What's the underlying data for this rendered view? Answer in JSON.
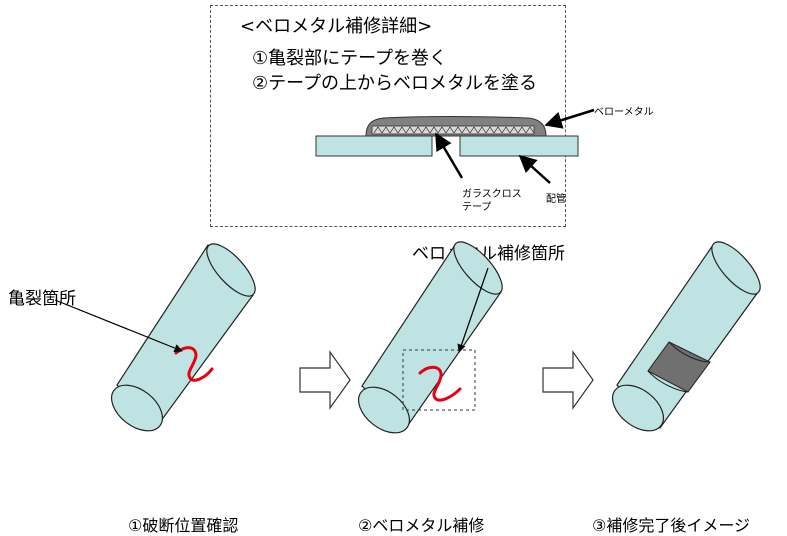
{
  "detail": {
    "title": "<ベロメタル補修詳細>",
    "steps": [
      "①亀裂部にテープを巻く",
      "②テープの上からベロメタルを塗る"
    ],
    "labels": {
      "bellometal": "ベローメタル",
      "glass_cloth_line1": "ガラスクロス",
      "glass_cloth_line2": "テープ",
      "pipe": "配管"
    }
  },
  "main": {
    "crack_label": "亀裂箇所",
    "repair_area_label": "ベロメタル補修箇所",
    "captions": [
      "①破断位置確認",
      "②ベロメタル補修",
      "③補修完了後イメージ"
    ]
  },
  "colors": {
    "pipe_fill": "#bfe3e3",
    "bellometal_fill": "#808080",
    "crack": "#e60012",
    "band": "#707070"
  }
}
